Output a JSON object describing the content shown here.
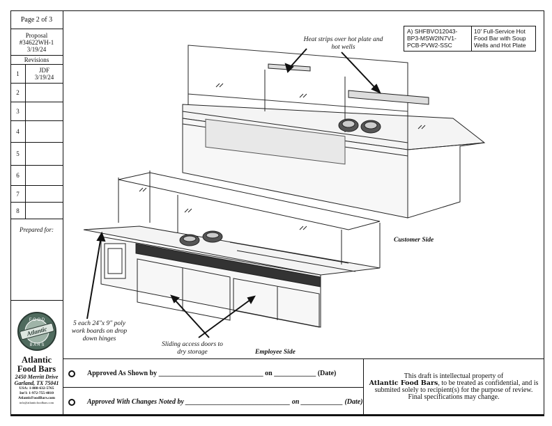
{
  "sidebar": {
    "page": "Page 2 of 3",
    "proposal": [
      "Proposal",
      "#34622WH-1",
      "3/19/24"
    ],
    "revisions_label": "Revisions",
    "revisions": [
      {
        "num": "1",
        "by": "JDF",
        "date": "3/19/24"
      },
      {
        "num": "2",
        "by": "",
        "date": ""
      },
      {
        "num": "3",
        "by": "",
        "date": ""
      },
      {
        "num": "4",
        "by": "",
        "date": ""
      },
      {
        "num": "5",
        "by": "",
        "date": ""
      },
      {
        "num": "6",
        "by": "",
        "date": ""
      },
      {
        "num": "7",
        "by": "",
        "date": ""
      },
      {
        "num": "8",
        "by": "",
        "date": ""
      }
    ],
    "prepared_for": "Prepared for:",
    "company": {
      "logo_text": "FOOD Atlantic BARS",
      "name1": "Atlantic",
      "name2": "Food Bars",
      "street": "2450 Merritt Drive",
      "city": "Garland, TX 75041",
      "usa": "USA: 1-888-632-5765",
      "intl": "Int'l: 1-972-755-4810",
      "web": "AtlanticFoodBars.com",
      "email": "info@atlanticfoodbars.com"
    }
  },
  "spec": {
    "model": "A) SHFBVO12043-BP3-MSW2IN7V1-PCB-PVW2-SSC",
    "description": "10' Full-Service Hot Food Bar with Soup Wells and Hot Plate"
  },
  "notes": {
    "heat_strips": "Heat strips over hot plate and hot wells",
    "customer_side": "Customer Side",
    "boards": "5 each 24\"x 9\" poly work boards on drop down hinges",
    "doors": "Sliding access doors to dry storage",
    "employee_side": "Employee Side"
  },
  "approvals": {
    "row1": "Approved As Shown by ______________________________ on ____________ (Date)",
    "row2": "Approved With Changes Noted by ______________________________ on ____________ (Date)"
  },
  "disclaimer": {
    "line1": "This draft is intellectual property of",
    "brand": "Atlantic Food Bars",
    "line2": ", to be treated as confidential, and is",
    "line3": "submited solely to recipient(s) for the purpose of review.",
    "line4": "Final specifications may change."
  }
}
